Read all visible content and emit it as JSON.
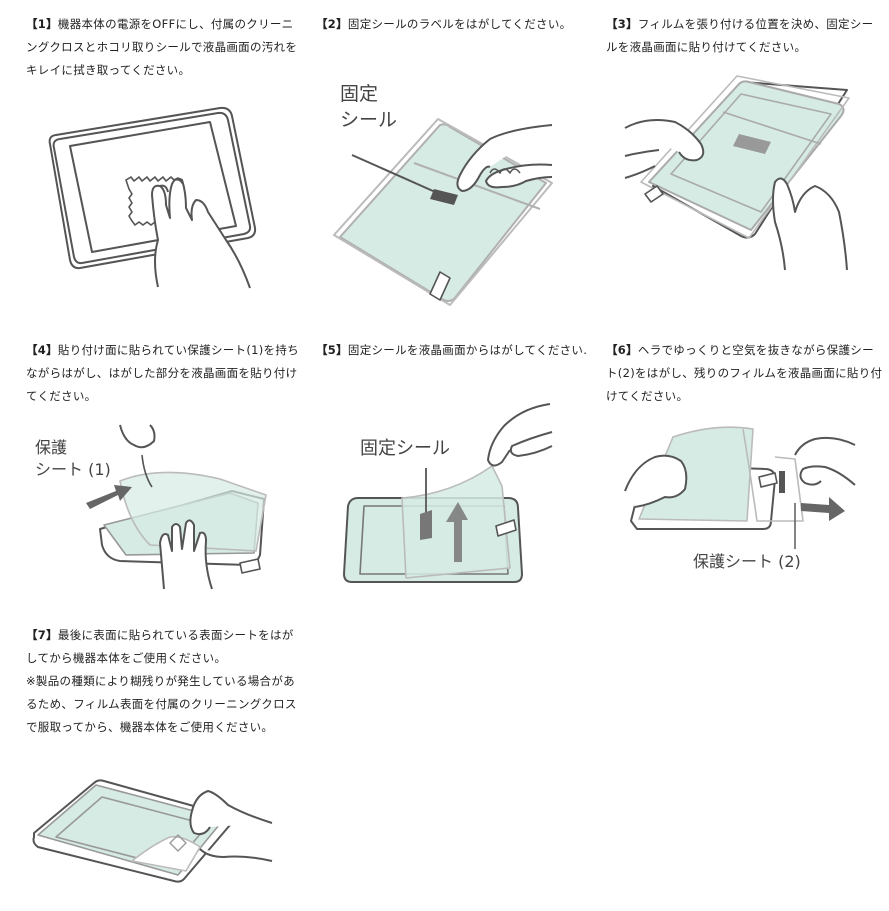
{
  "steps": [
    {
      "number": "【1】",
      "text": "機器本体の電源をOFFにし、付属のクリーニングクロスとホコリ取りシールで液晶画面の汚れをキレイに拭き取ってください。",
      "illustration": "wiping-tablet-with-cleaning-cloth"
    },
    {
      "number": "【2】",
      "text": "固定シールのラベルをはがしてください。",
      "illustration": "peeling-fixing-seal-label",
      "callouts": [
        "固定\nシール"
      ]
    },
    {
      "number": "【3】",
      "text": "フィルムを張り付ける位置を決め、固定シールを液晶画面に貼り付けてください。",
      "illustration": "positioning-film-on-tablet"
    },
    {
      "number": "【4】",
      "text": "貼り付け面に貼られてい保護シート(1)を持ちながらはがし、はがした部分を液晶画面を貼り付けてください。",
      "illustration": "peeling-protective-sheet-1",
      "callouts": [
        "保護\nシート (1)"
      ]
    },
    {
      "number": "【5】",
      "text": "固定シールを液晶画面からはがしてください.",
      "illustration": "removing-fixing-seal",
      "callouts": [
        "固定シール"
      ]
    },
    {
      "number": "【6】",
      "text": "ヘラでゆっくりと空気を抜きながら保護シート(2)をはがし、残りのフィルムを液晶画面に貼り付けてください。",
      "illustration": "peeling-protective-sheet-2",
      "callouts": [
        "保護シート (2)"
      ]
    },
    {
      "number": "【7】",
      "text": "最後に表面に貼られている表面シートをはがしてから機器本体をご使用ください。\n※製品の種類により糊残りが発生している場合があるため、フィルム表面を付属のクリーニングクロスで服取ってから、機器本体をご使用ください。",
      "illustration": "peeling-surface-sheet"
    }
  ],
  "colors": {
    "film": "#d5ebe3",
    "outline": "#555555",
    "film_edge": "#b8b8b8",
    "seal": "#6a6a6a",
    "arrow": "#6e6e6e"
  }
}
